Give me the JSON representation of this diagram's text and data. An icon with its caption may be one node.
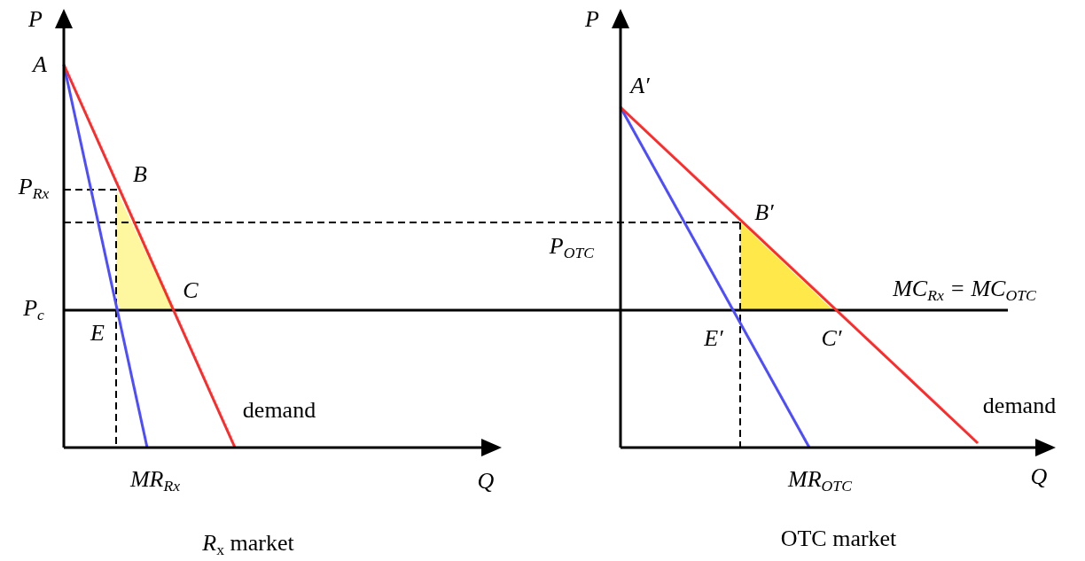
{
  "diagram": {
    "labels": [
      "P",
      "A",
      "P$_{Rx}$",
      "B",
      "C",
      "P$_{c}$",
      "E",
      "MR$_{Rx}$",
      "Q",
      "demand",
      "*R*$_{x}$ market",
      "P",
      "A′",
      "B′",
      "P$_{OTC}$",
      "MC$_{Rx}$ = MC$_{OTC}$",
      "E′",
      "C′",
      "demand",
      "MR$_{OTC}$",
      "Q",
      "OTC market"
    ]
  }
}
